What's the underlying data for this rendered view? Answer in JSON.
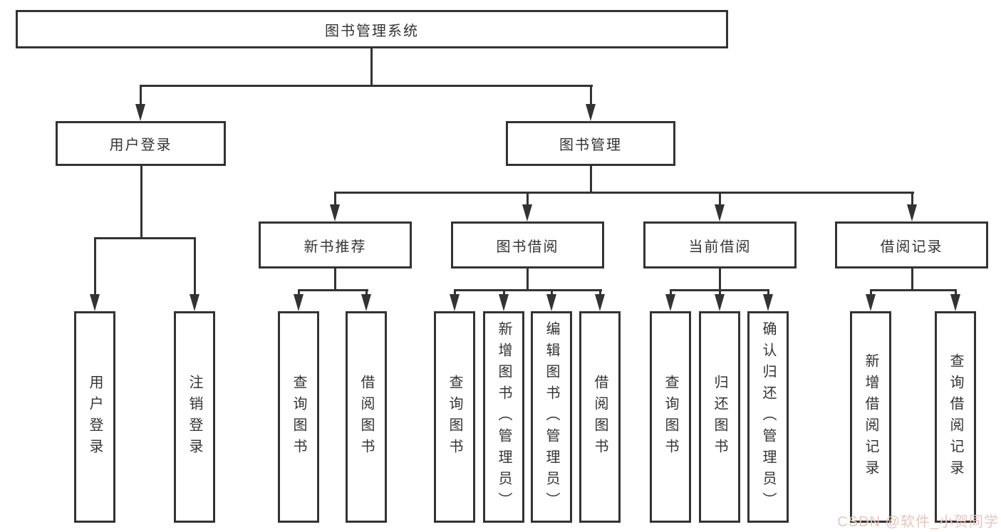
{
  "diagram": {
    "root": {
      "label": "图书管理系统"
    },
    "branches": [
      {
        "label": "用户登录",
        "children": [
          {
            "label": "用户登录"
          },
          {
            "label": "注销登录"
          }
        ]
      },
      {
        "label": "图书管理",
        "groups": [
          {
            "label": "新书推荐",
            "children": [
              {
                "label": "查询图书"
              },
              {
                "label": "借阅图书"
              }
            ]
          },
          {
            "label": "图书借阅",
            "children": [
              {
                "label": "查询图书"
              },
              {
                "label": "新增图书（管理员）"
              },
              {
                "label": "编辑图书（管理员）"
              },
              {
                "label": "借阅图书"
              }
            ]
          },
          {
            "label": "当前借阅",
            "children": [
              {
                "label": "查询图书"
              },
              {
                "label": "归还图书"
              },
              {
                "label": "确认归还（管理员）"
              }
            ]
          },
          {
            "label": "借阅记录",
            "children": [
              {
                "label": "新增借阅记录"
              },
              {
                "label": "查询借阅记录"
              }
            ]
          }
        ]
      }
    ],
    "watermark": "CSDN @软件_小贺同学",
    "colors": {
      "line": "#333333",
      "box_background": "#ffffff",
      "watermark": "#e7c5bf"
    }
  }
}
